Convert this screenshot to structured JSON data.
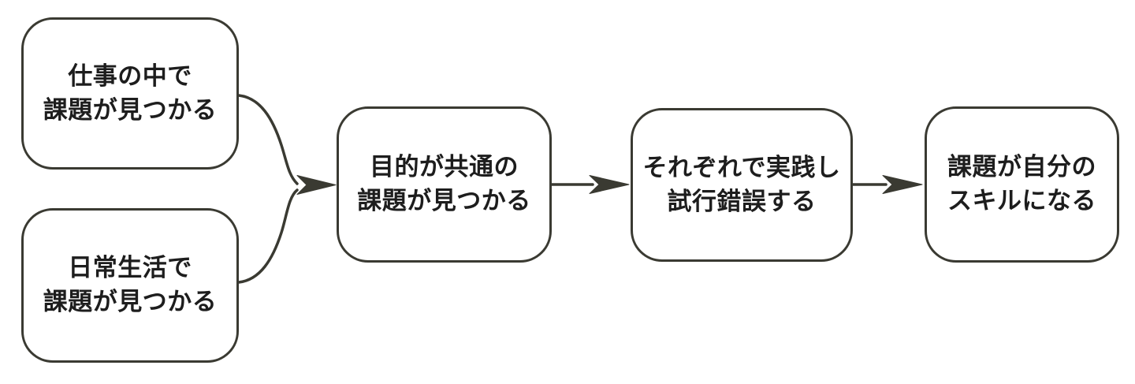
{
  "colors": {
    "stroke": "#3a3a32",
    "text": "#1d1d1d",
    "background": "#ffffff",
    "node_fill": "#ffffff"
  },
  "nodes": [
    {
      "id": "work",
      "label": "仕事の中で\n課題が見つかる"
    },
    {
      "id": "daily",
      "label": "日常生活で\n課題が見つかる"
    },
    {
      "id": "common",
      "label": "目的が共通の\n課題が見つかる"
    },
    {
      "id": "practice",
      "label": "それぞれで実践し\n試行錯誤する"
    },
    {
      "id": "skill",
      "label": "課題が自分の\nスキルになる"
    }
  ]
}
